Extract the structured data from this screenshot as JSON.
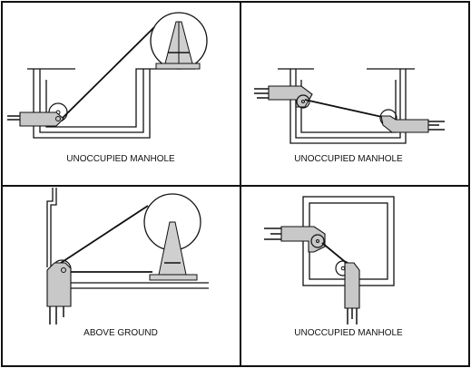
{
  "panels": [
    {
      "label": "UNOCCUPIED MANHOLE"
    },
    {
      "label": "UNOCCUPIED MANHOLE"
    },
    {
      "label": "ABOVE GROUND"
    },
    {
      "label": "UNOCCUPIED MANHOLE"
    }
  ],
  "colors": {
    "line": "#111111",
    "conduit_fill": "#c8c8c8",
    "background": "#ffffff"
  }
}
